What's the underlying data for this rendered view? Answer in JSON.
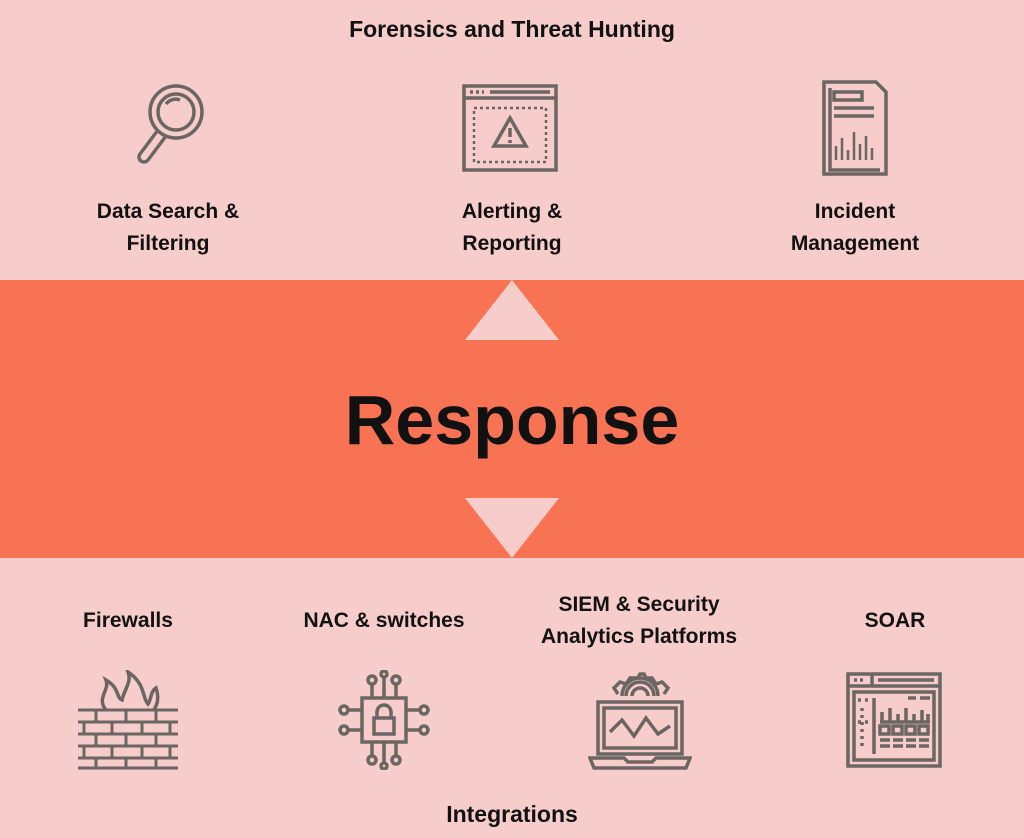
{
  "top": {
    "title": "Forensics and Threat Hunting",
    "items": [
      {
        "label1": "Data Search &",
        "label2": "Filtering",
        "icon": "magnifier-icon"
      },
      {
        "label1": "Alerting &",
        "label2": "Reporting",
        "icon": "alert-window-icon"
      },
      {
        "label1": "Incident",
        "label2": "Management",
        "icon": "report-document-icon"
      }
    ]
  },
  "center": {
    "title": "Response"
  },
  "bottom": {
    "title": "Integrations",
    "items": [
      {
        "label1": "Firewalls",
        "label2": "",
        "icon": "firewall-icon"
      },
      {
        "label1": "NAC & switches",
        "label2": "",
        "icon": "network-lock-icon"
      },
      {
        "label1": "SIEM & Security",
        "label2": "Analytics Platforms",
        "icon": "laptop-gear-icon"
      },
      {
        "label1": "SOAR",
        "label2": "",
        "icon": "dashboard-window-icon"
      }
    ]
  },
  "colors": {
    "background": "#f7cdcb",
    "band": "#f87254",
    "icon": "#6b6563"
  }
}
